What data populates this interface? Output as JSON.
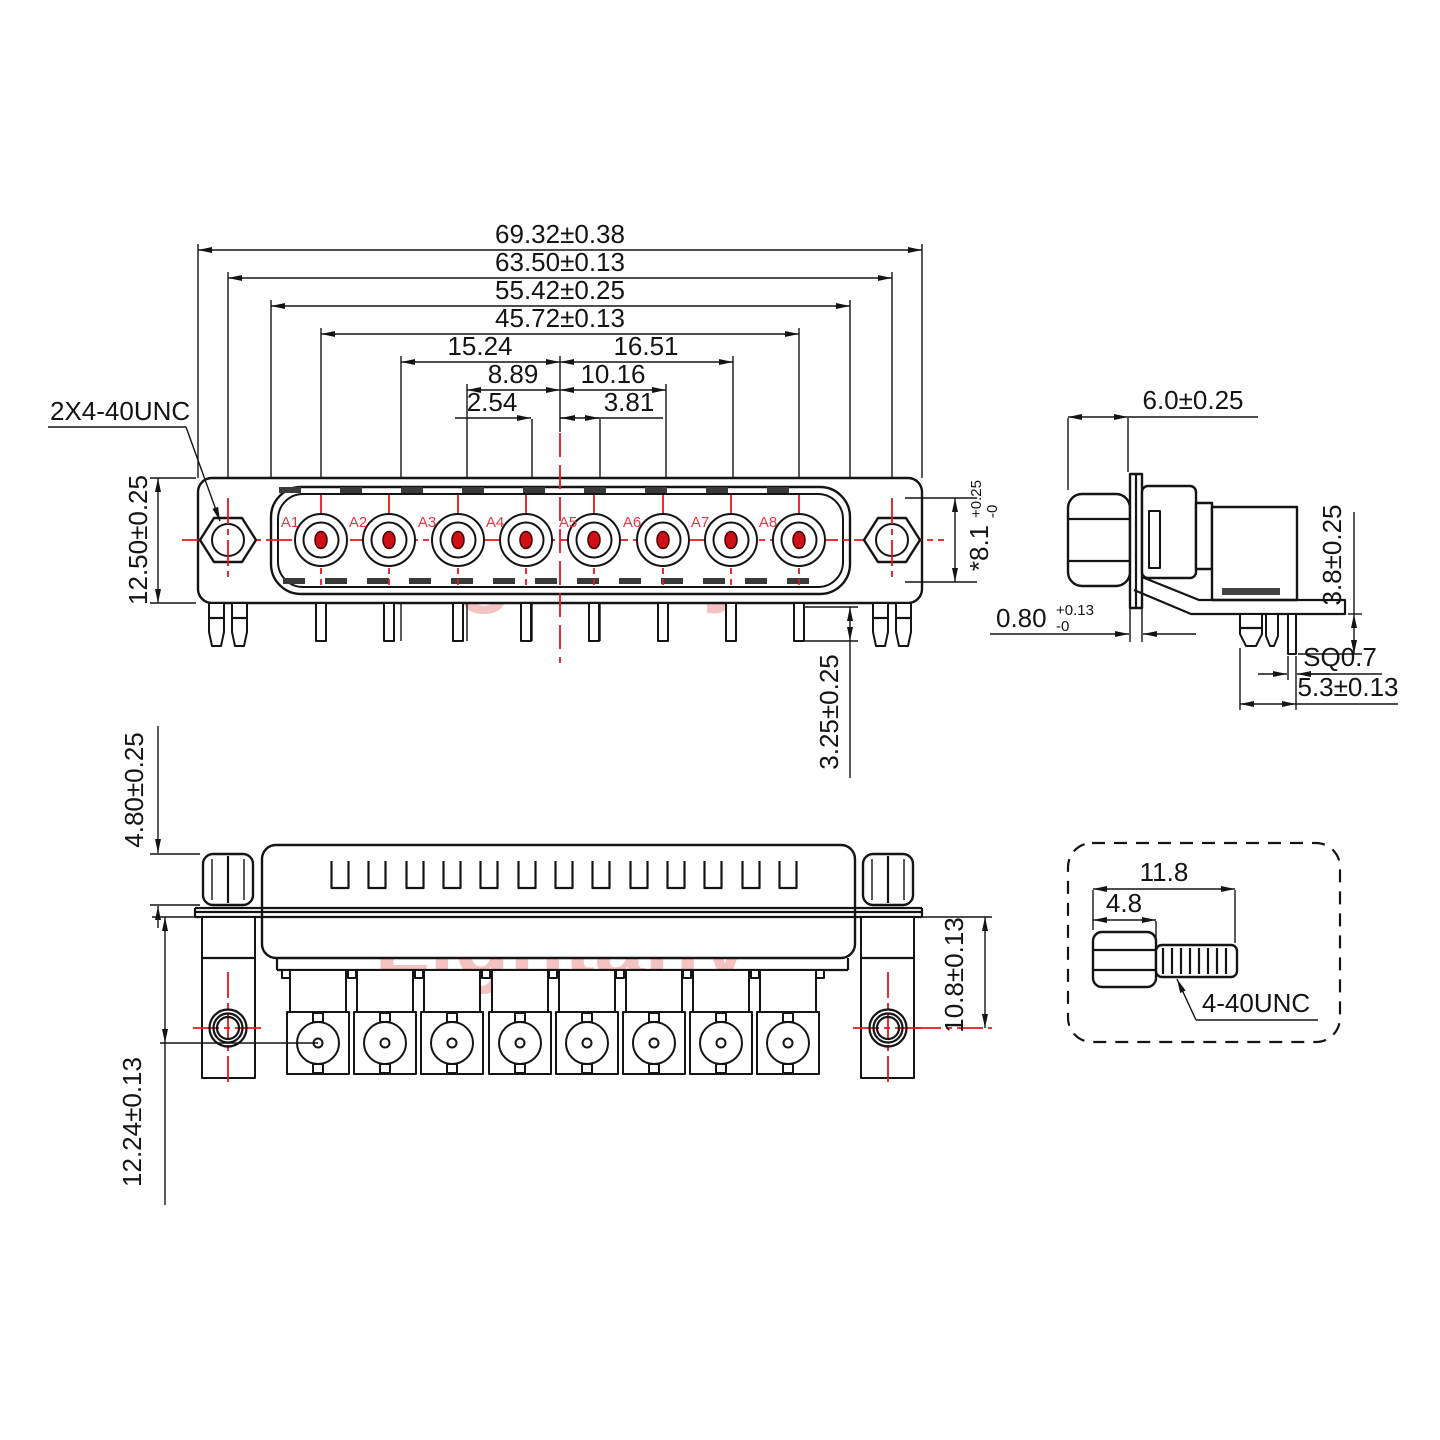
{
  "drawing": {
    "watermark": "Lightany",
    "colors": {
      "line": "#141414",
      "red": "#e8151e",
      "contact_label_red": "#e0393f",
      "watermark_pink": "#f5c2c2",
      "tick_gray": "#3a3a3a"
    },
    "front_view": {
      "dim_overall": "69.32±0.38",
      "dim_screw_span": "63.50±0.13",
      "dim_shell": "55.42±0.25",
      "dim_contacts": "45.72±0.13",
      "dim_left3": "15.24",
      "dim_right3": "16.51",
      "dim_left2": "8.89",
      "dim_right2": "10.16",
      "dim_left1": "2.54",
      "dim_right1": "3.81",
      "thread_label": "2X4-40UNC",
      "dim_height": "12.50±0.25",
      "dim_dia_value": "*8.1",
      "dim_dia_tol_plus": "+0.25",
      "dim_dia_tol_minus": "-0",
      "dim_tail": "3.25±0.25",
      "contact_labels": [
        "A1",
        "A2",
        "A3",
        "A4",
        "A5",
        "A6",
        "A7",
        "A8"
      ]
    },
    "side_view": {
      "dim_width": "6.0±0.25",
      "dim_flange_value": "0.80",
      "dim_flange_tol_plus": "+0.13",
      "dim_flange_tol_minus": "-0",
      "dim_pin_len": "3.8±0.25",
      "dim_pin_sq": "SQ0.7",
      "dim_pin_pitch": "5.3±0.13"
    },
    "bottom_view": {
      "dim_standoff": "4.80±0.25",
      "dim_height": "12.24±0.13",
      "dim_contact": "10.8±0.13"
    },
    "screw_detail": {
      "dim_total": "11.8",
      "dim_head": "4.8",
      "thread_label": "4-40UNC"
    }
  }
}
